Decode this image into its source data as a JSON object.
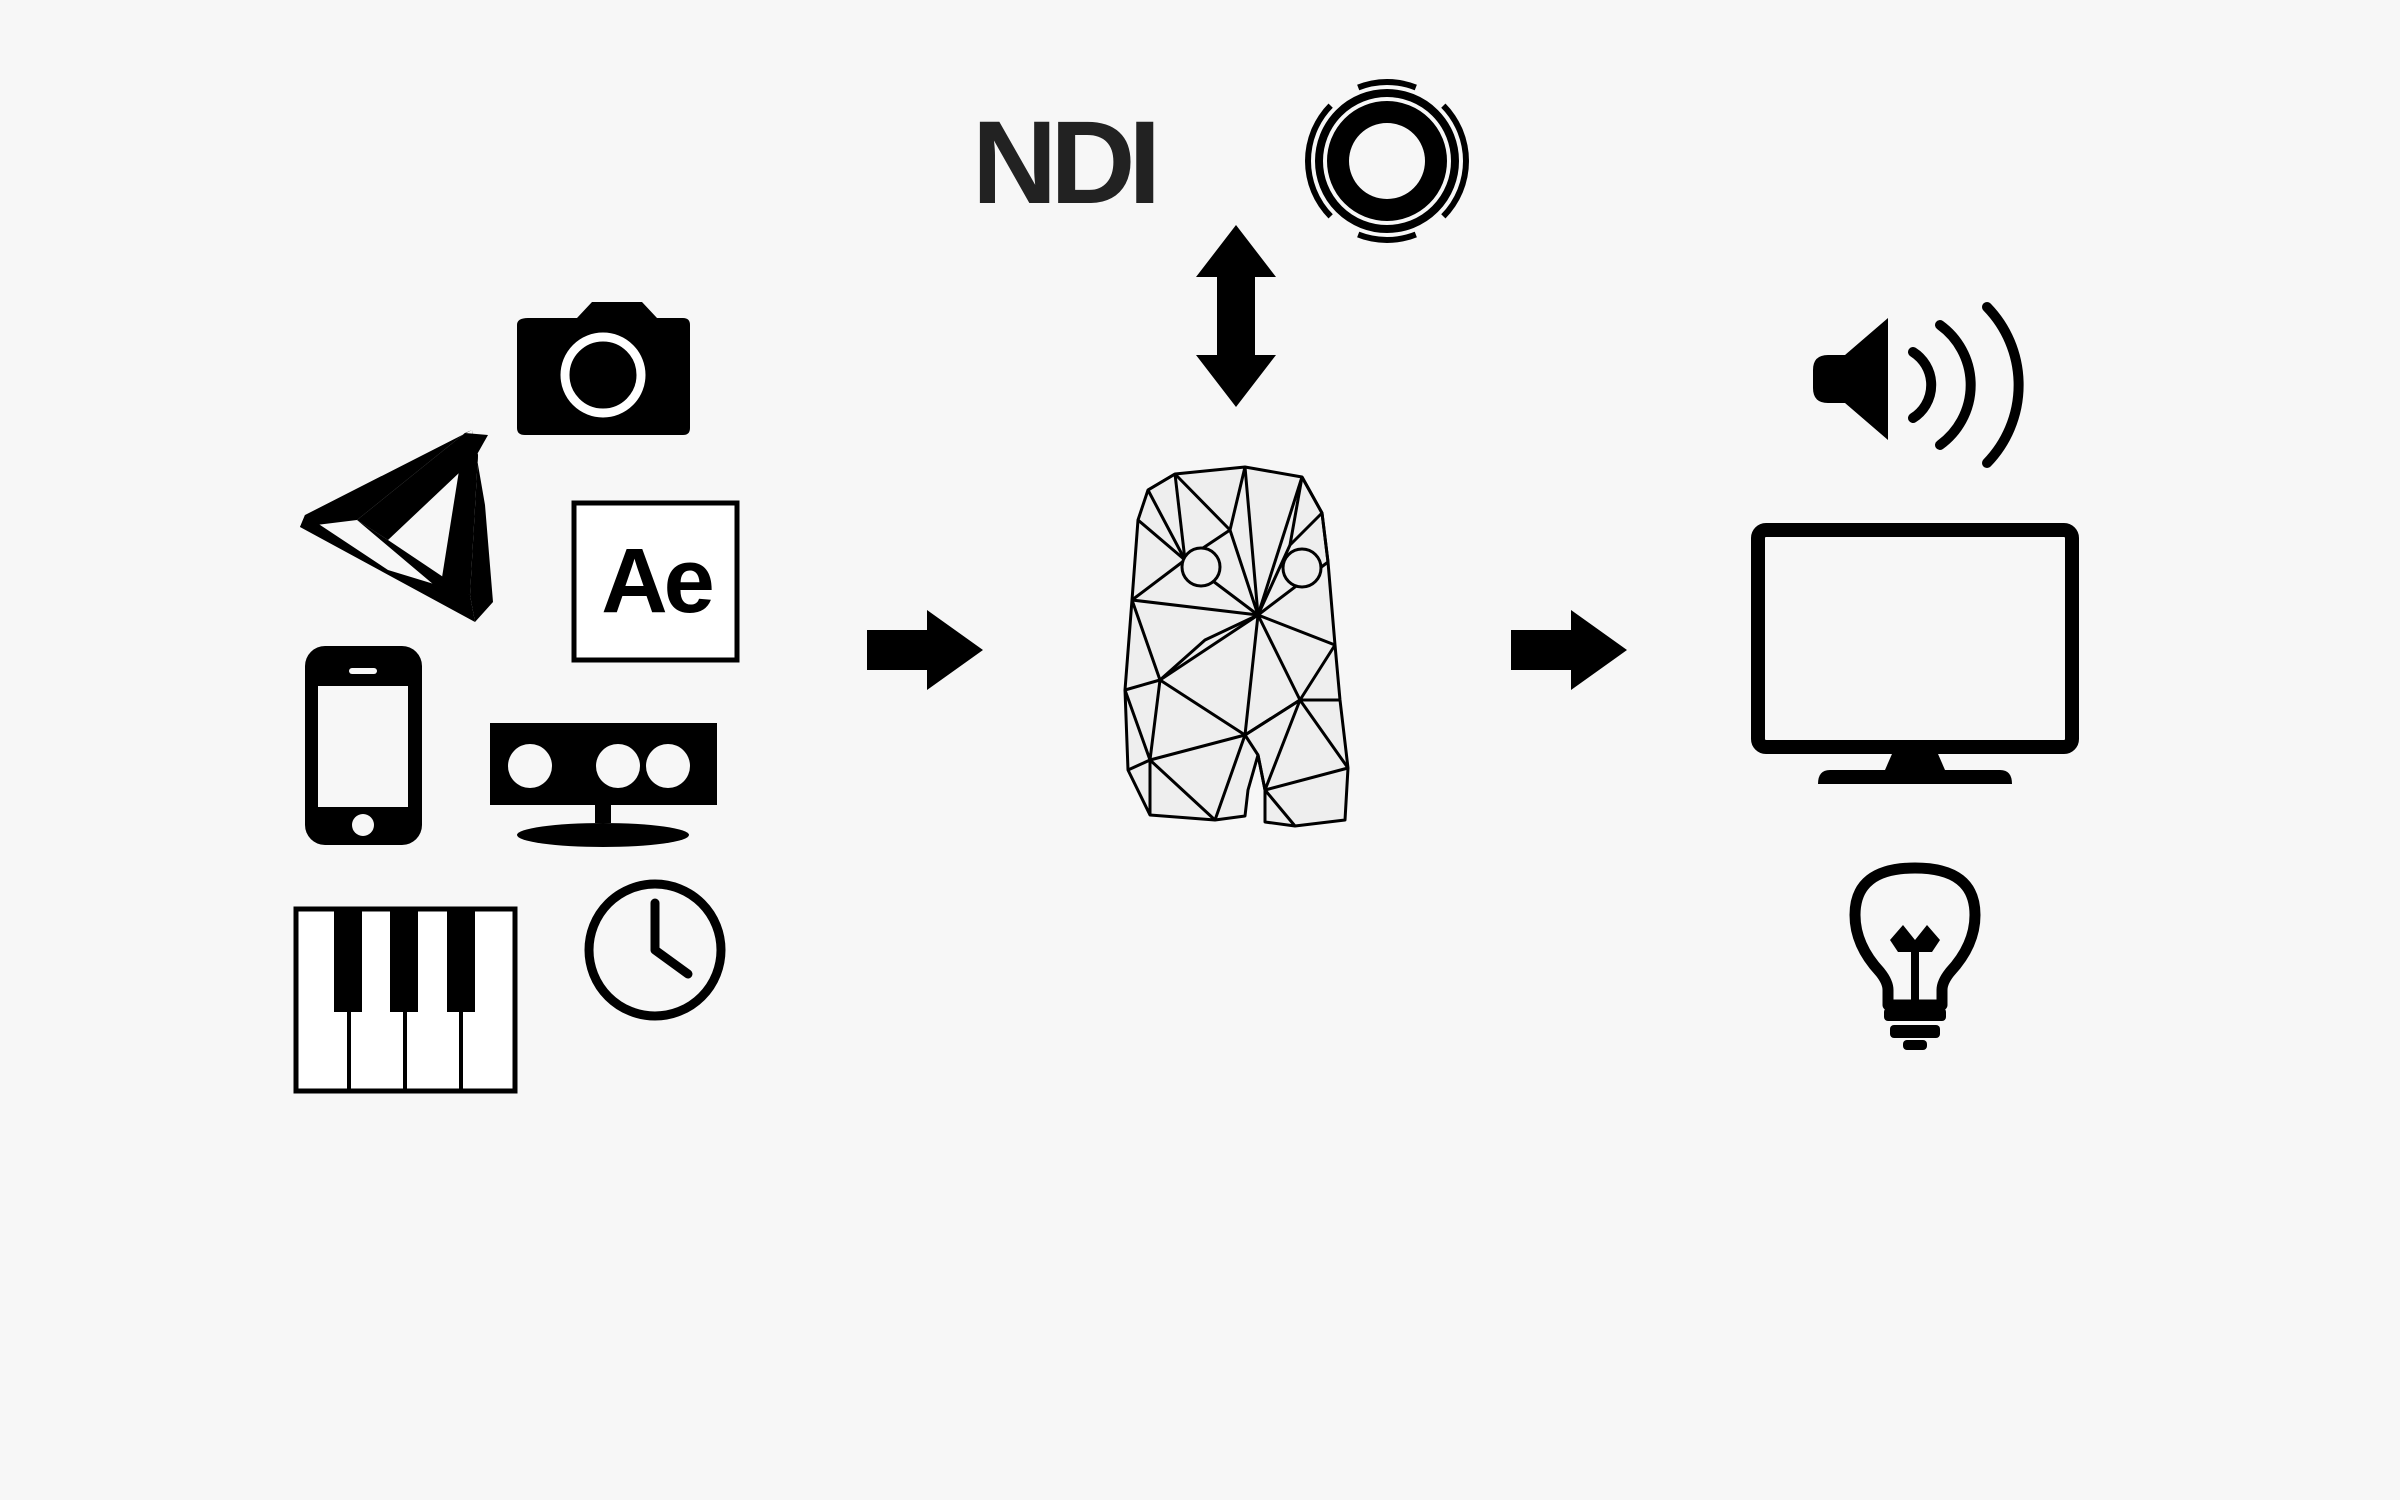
{
  "labels": {
    "ndi": "NDI",
    "after_effects": "Ae"
  },
  "colors": {
    "background": "#f7f7f7",
    "ink": "#000000",
    "ndi_text": "#222222",
    "mascot_fill": "#eeeeee"
  },
  "icons": {
    "inputs": [
      "camera-icon",
      "unity-logo-icon",
      "after-effects-icon",
      "smartphone-icon",
      "kinect-sensor-icon",
      "piano-keyboard-icon",
      "clock-icon"
    ],
    "middle": [
      "ndi-logo",
      "syphon-spout-icon",
      "bidirectional-arrow-icon",
      "lowpoly-mascot-icon"
    ],
    "outputs": [
      "speaker-icon",
      "monitor-icon",
      "lightbulb-icon"
    ],
    "flow": [
      "arrow-right-icon",
      "arrow-right-icon"
    ]
  }
}
